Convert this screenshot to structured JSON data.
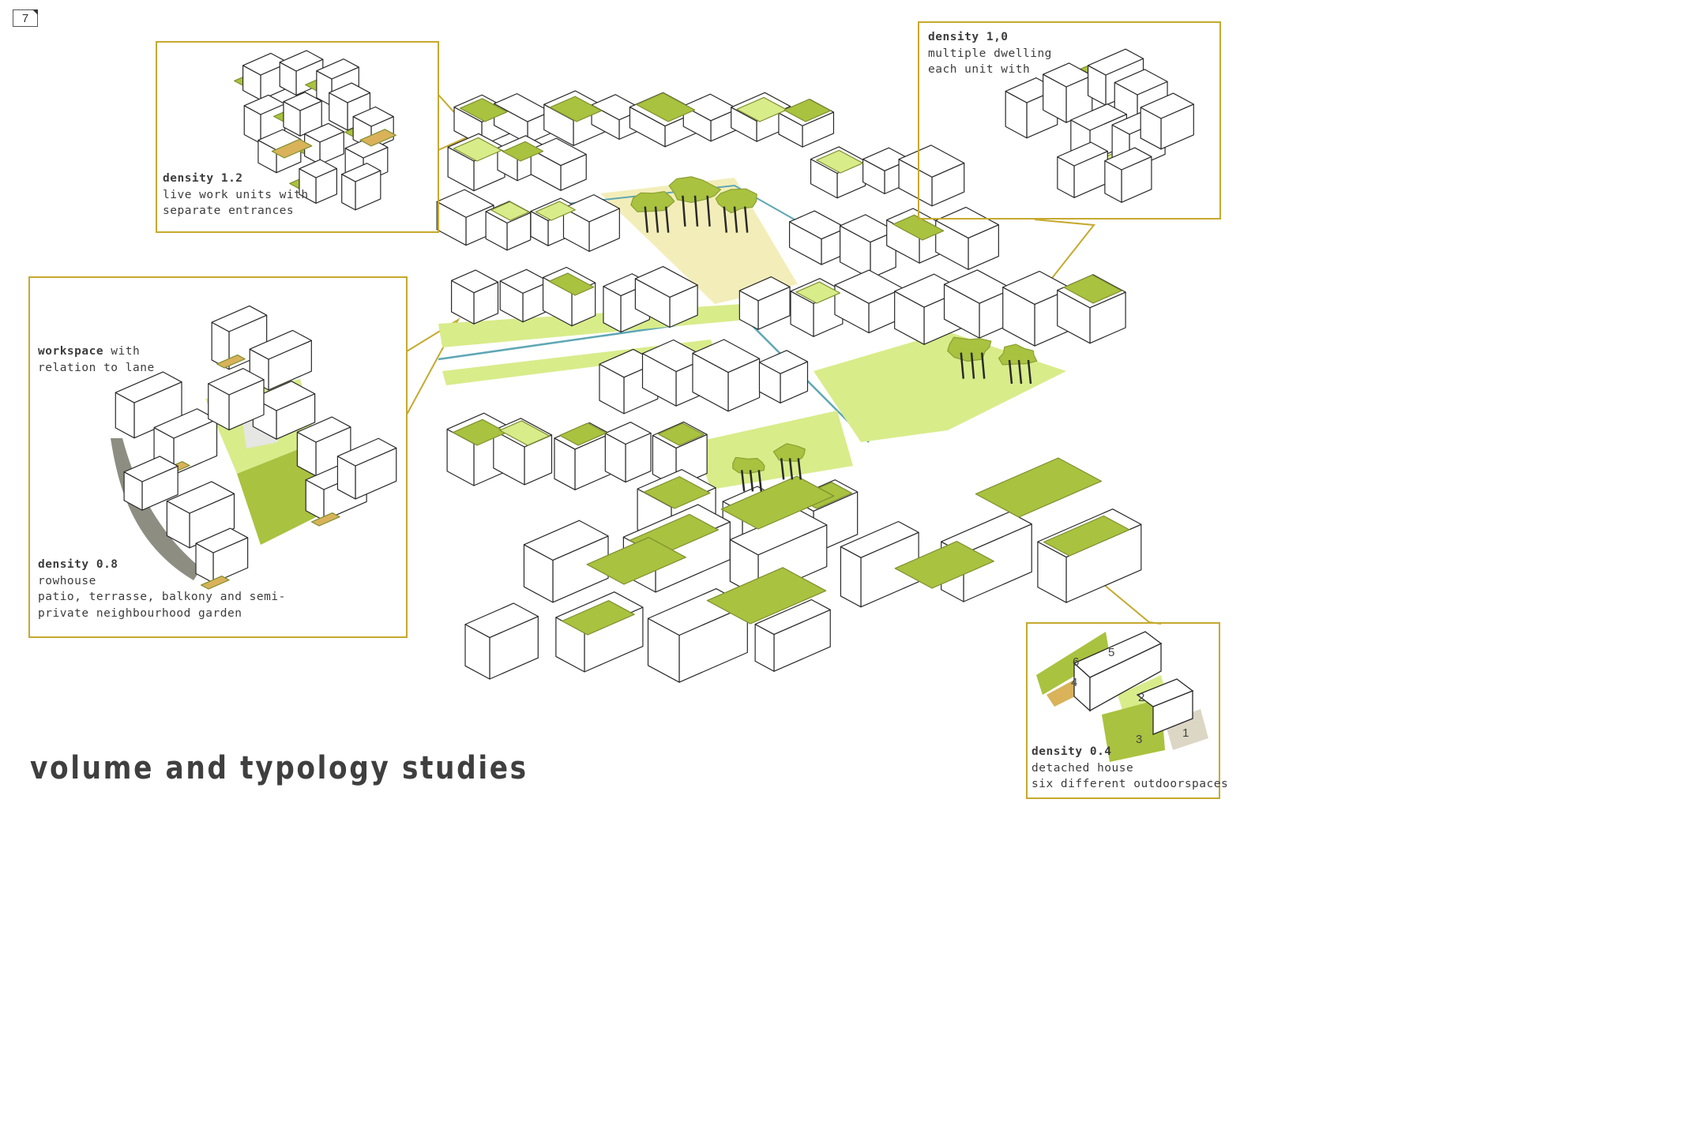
{
  "sheet_number": "7",
  "title": "volume and typology studies",
  "callouts": {
    "density_12": {
      "heading": "density 1.2",
      "lines": [
        "live work units with",
        "separate entrances"
      ]
    },
    "density_10": {
      "heading": "density 1,0",
      "lines": [
        "multiple dwelling",
        "each unit with"
      ]
    },
    "density_08": {
      "workspace_bold": "workspace",
      "workspace_rest": " with",
      "workspace_line2": "relation to lane",
      "heading": "density 0.8",
      "lines": [
        "rowhouse",
        "patio, terrasse, balkony and semi-",
        "private neighbourhood garden"
      ]
    },
    "density_04": {
      "heading": "density 0.4",
      "lines": [
        "detached house",
        "six different outdoorspaces"
      ],
      "space_numbers": [
        "1",
        "2",
        "3",
        "4",
        "5",
        "6"
      ]
    }
  },
  "colors": {
    "frame": "#c6a92e",
    "green": "#a9c23f",
    "light_green": "#d8ec8a",
    "yellow": "#f2edb5",
    "wood": "#d9b25a",
    "water": "#5fa7b4",
    "ink": "#2a2a2a"
  }
}
